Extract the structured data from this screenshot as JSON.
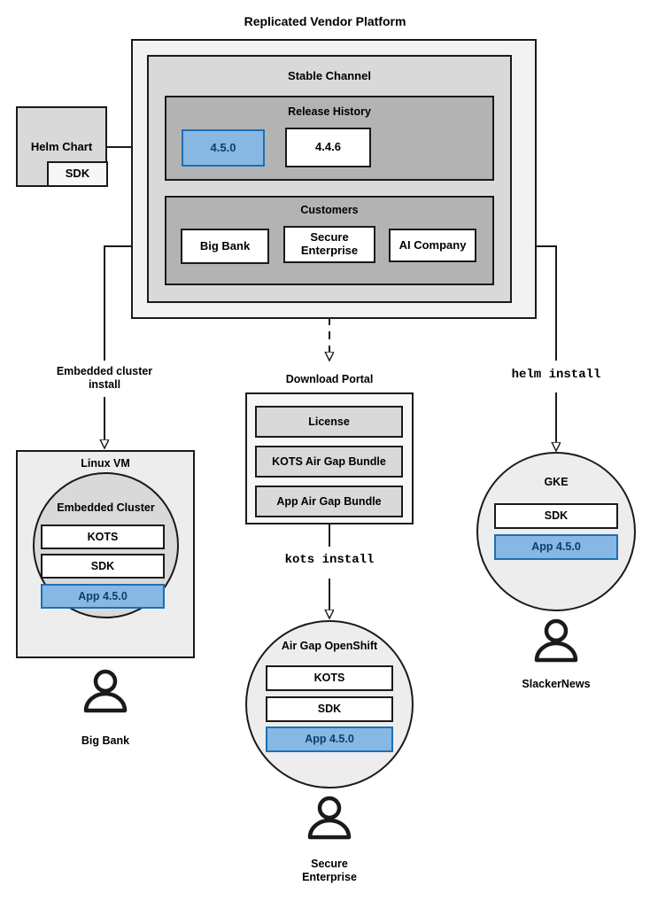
{
  "diagram": {
    "title": "Replicated Vendor Platform",
    "platform": {
      "stable_channel": {
        "title": "Stable Channel",
        "release_history": {
          "title": "Release History",
          "releases": [
            {
              "version": "4.5.0",
              "highlighted": true
            },
            {
              "version": "4.4.6",
              "highlighted": false
            }
          ]
        },
        "customers": {
          "title": "Customers",
          "items": [
            {
              "name": "Big Bank"
            },
            {
              "name": "Secure\nEnterprise"
            },
            {
              "name": "AI Company"
            }
          ]
        }
      }
    },
    "helm_chart": {
      "title": "Helm Chart",
      "sdk_label": "SDK"
    },
    "download_portal": {
      "title": "Download Portal",
      "artifacts": [
        "License",
        "KOTS Air Gap Bundle",
        "App Air Gap Bundle"
      ]
    },
    "connectors": {
      "embedded_cluster_install": "Embedded cluster\ninstall",
      "kots_install": "kots install",
      "helm_install": "helm install"
    },
    "targets": [
      {
        "key": "linux-vm",
        "host": "Linux VM",
        "cluster": "Embedded Cluster",
        "components": [
          {
            "label": "KOTS",
            "highlighted": false
          },
          {
            "label": "SDK",
            "highlighted": false
          },
          {
            "label": "App 4.5.0",
            "highlighted": true
          }
        ],
        "actor": "Big Bank"
      },
      {
        "key": "air-gap-openshift",
        "host": "Air Gap OpenShift",
        "components": [
          {
            "label": "KOTS",
            "highlighted": false
          },
          {
            "label": "SDK",
            "highlighted": false
          },
          {
            "label": "App 4.5.0",
            "highlighted": true
          }
        ],
        "actor": "Secure\nEnterprise"
      },
      {
        "key": "gke",
        "host": "GKE",
        "components": [
          {
            "label": "SDK",
            "highlighted": false
          },
          {
            "label": "App 4.5.0",
            "highlighted": true
          }
        ],
        "actor": "SlackerNews"
      }
    ],
    "colors": {
      "highlight_fill": "#86b8e3",
      "highlight_border": "#1f6fb2",
      "highlight_text": "#0d3f69",
      "stroke": "#1a1a1a",
      "outer_fill": "#f2f2f2",
      "mid_fill": "#d9d9d9",
      "inner_fill": "#b3b3b3"
    }
  }
}
